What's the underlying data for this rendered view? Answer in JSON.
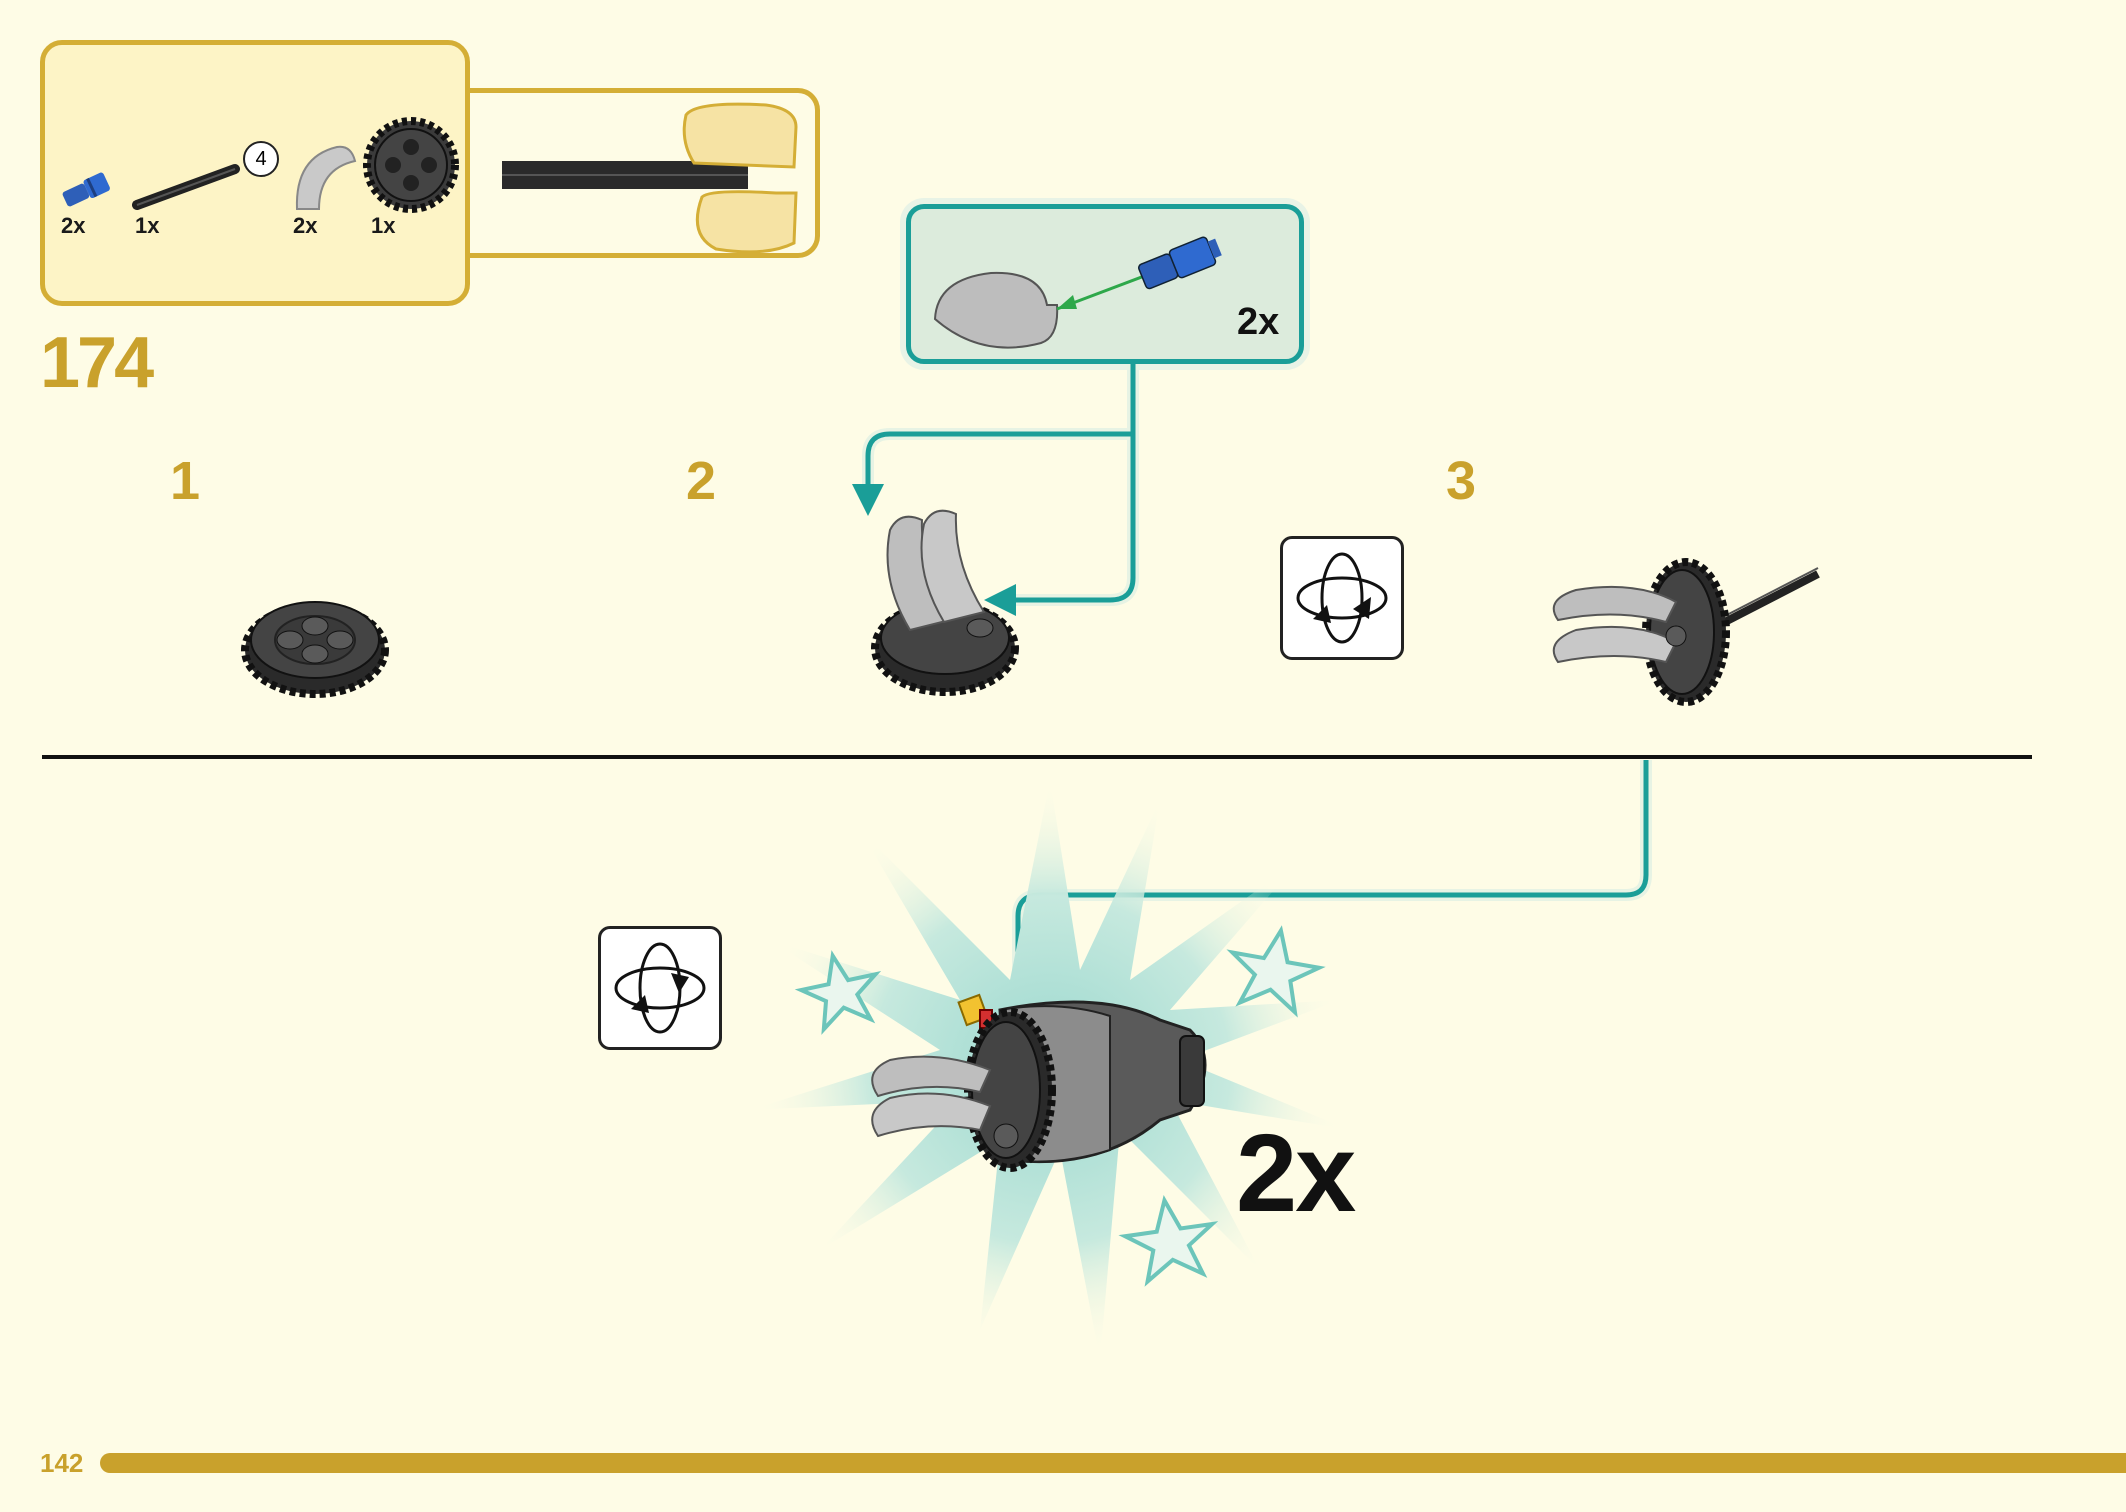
{
  "step": {
    "number": "174"
  },
  "parts": [
    {
      "qty": "2x",
      "icon": "blue-axle-pin-icon"
    },
    {
      "qty": "1x",
      "icon": "black-axle-icon",
      "length": "4"
    },
    {
      "qty": "2x",
      "icon": "gray-curved-panel-icon"
    },
    {
      "qty": "1x",
      "icon": "gear-24-tooth-icon"
    }
  ],
  "substeps": [
    {
      "label": "1"
    },
    {
      "label": "2"
    },
    {
      "label": "3"
    }
  ],
  "subassembly": {
    "qty": "2x"
  },
  "final": {
    "qty": "2x"
  },
  "page": {
    "number": "142"
  },
  "colors": {
    "gold": "#C9A12C",
    "teal": "#1A9E98",
    "background": "#FEFCE6"
  }
}
